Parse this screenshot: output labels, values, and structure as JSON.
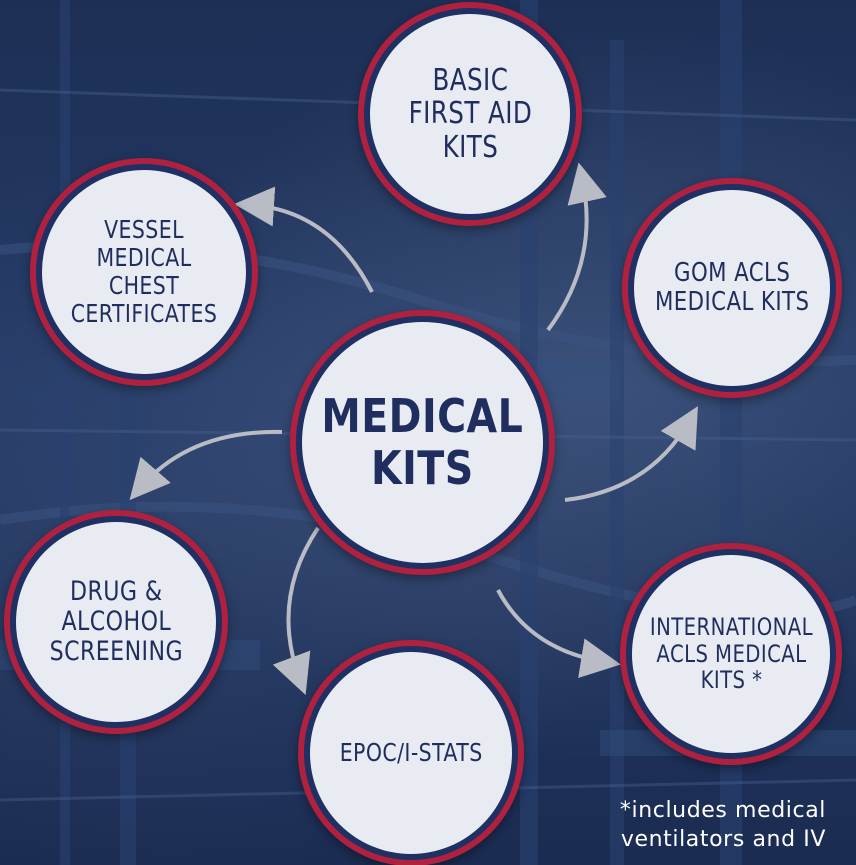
{
  "center": {
    "label": "MEDICAL\nKITS"
  },
  "nodes": [
    {
      "id": "basic-first-aid",
      "label": "BASIC\nFIRST AID\nKITS"
    },
    {
      "id": "gom-acls",
      "label": "GOM ACLS\nMEDICAL KITS"
    },
    {
      "id": "international-acls",
      "label": "INTERNATIONAL\nACLS MEDICAL\nKITS *"
    },
    {
      "id": "epoc-istats",
      "label": "EPOC/I-STATS"
    },
    {
      "id": "drug-alcohol",
      "label": "DRUG &\nALCOHOL\nSCREENING"
    },
    {
      "id": "vessel-medical-chest",
      "label": "VESSEL\nMEDICAL CHEST\nCERTIFICATES"
    }
  ],
  "footnote": "*includes medical\nventilators and IV",
  "colors": {
    "background": "#1f3062",
    "circle_fill": "#e8ebf1",
    "ring_outer": "#1f3062",
    "ring_red": "#b0203f",
    "text": "#1f2e5e",
    "arrow": "#b9bcc4"
  }
}
